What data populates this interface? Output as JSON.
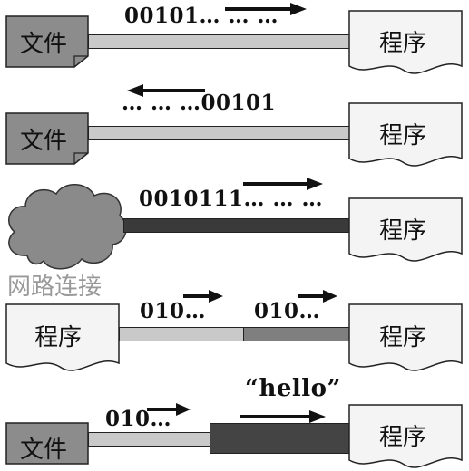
{
  "labels": {
    "file": "文件",
    "program": "程序",
    "network": "网路连接"
  },
  "streams": {
    "row1": "00101… … …",
    "row2": "… … …00101",
    "row3": "0010111… … …",
    "row4_left": "010…",
    "row4_right": "010…",
    "row5_left": "010…",
    "row5_quote": "“hello”"
  },
  "colors": {
    "file_fill": "#8c8c8c",
    "program_fill": "#f4f4f4",
    "cloud_fill": "#8a8a8a",
    "bar_light": "#c9c9c9",
    "bar_dark": "#3a3a3a"
  }
}
